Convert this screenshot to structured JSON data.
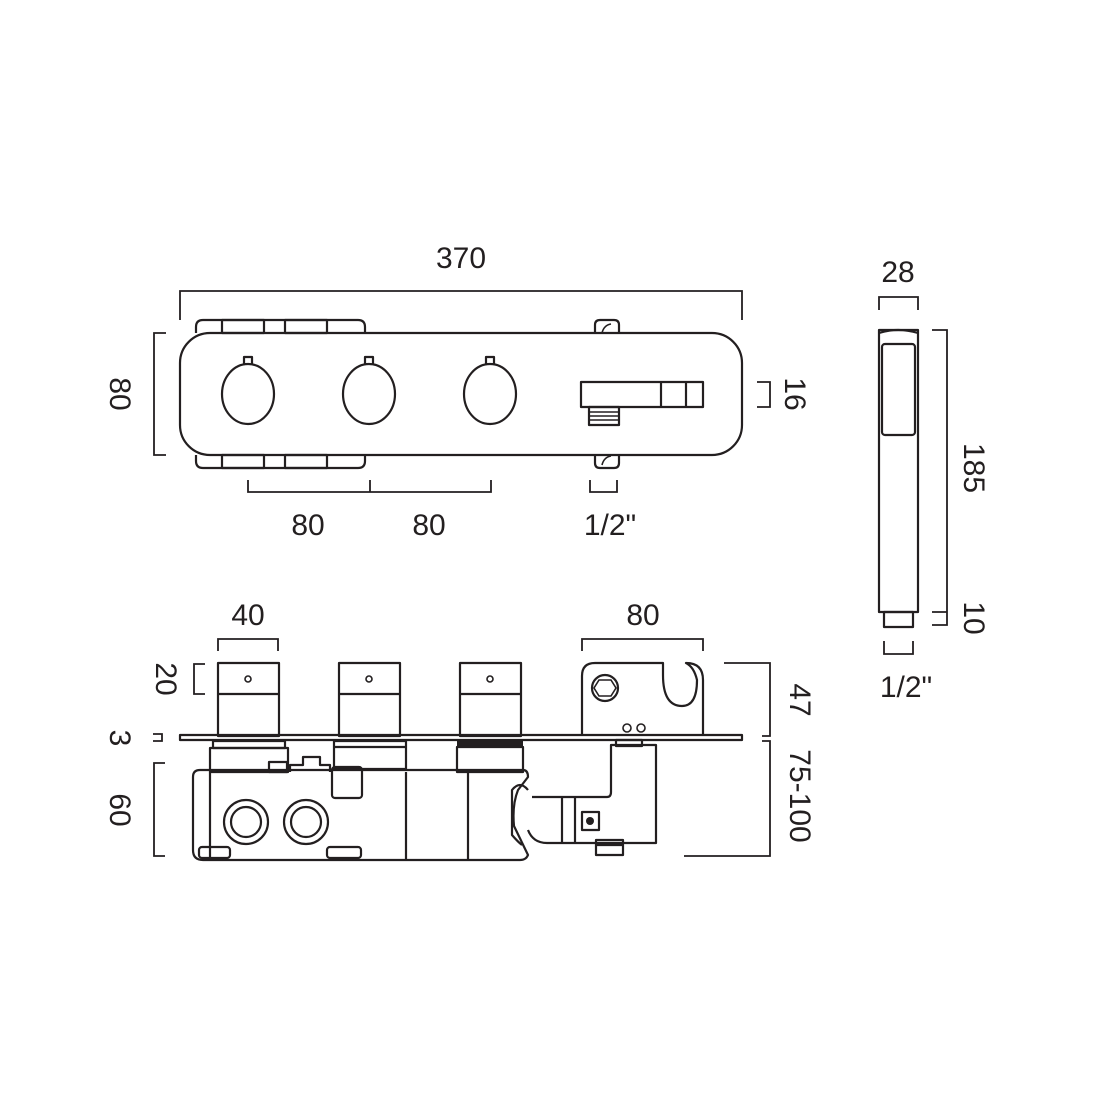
{
  "drawing": {
    "colors": {
      "line": "#231f20",
      "background": "#ffffff"
    },
    "front_view": {
      "overall_width": "370",
      "height": "80",
      "handle_spacing_1": "80",
      "handle_spacing_2": "80",
      "outlet_connection": "1/2\"",
      "outlet_projection": "16"
    },
    "side_view": {
      "handle_width": "40",
      "handle_depth": "20",
      "plate_thickness": "3",
      "body_depth": "60",
      "bracket_width": "80",
      "projection": "47",
      "install_depth": "75-100"
    },
    "handset_view": {
      "width": "28",
      "length": "185",
      "connector_length": "10",
      "connection": "1/2\""
    }
  }
}
